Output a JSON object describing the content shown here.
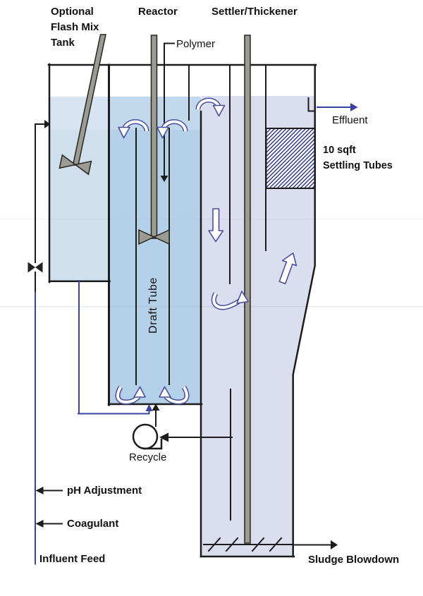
{
  "diagram": {
    "title_labels": {
      "flash_mix": "Optional\nFlash Mix\nTank",
      "reactor": "Reactor",
      "settler": "Settler/Thickener"
    },
    "labels": {
      "polymer": "Polymer",
      "effluent": "Effluent",
      "settling_tubes": "10 sqft\nSettling Tubes",
      "draft_tube": "Draft Tube",
      "recycle": "Recycle",
      "ph_adjustment": "pH Adjustment",
      "coagulant": "Coagulant",
      "influent_feed": "Influent Feed",
      "sludge_blowdown": "Sludge Blowdown"
    },
    "colors": {
      "flash_tank_water": "#cfdfee",
      "reactor_water": "#b5d0e9",
      "settler_water": "#dadeef",
      "line_black": "#1c1c1c",
      "pipe_blue": "#3b41a0",
      "flow_arrow_blue": "#4a4f9b",
      "hatch_blue": "#2b3580",
      "shaft_gray": "#9b9b93",
      "text_color": "#111111"
    }
  }
}
